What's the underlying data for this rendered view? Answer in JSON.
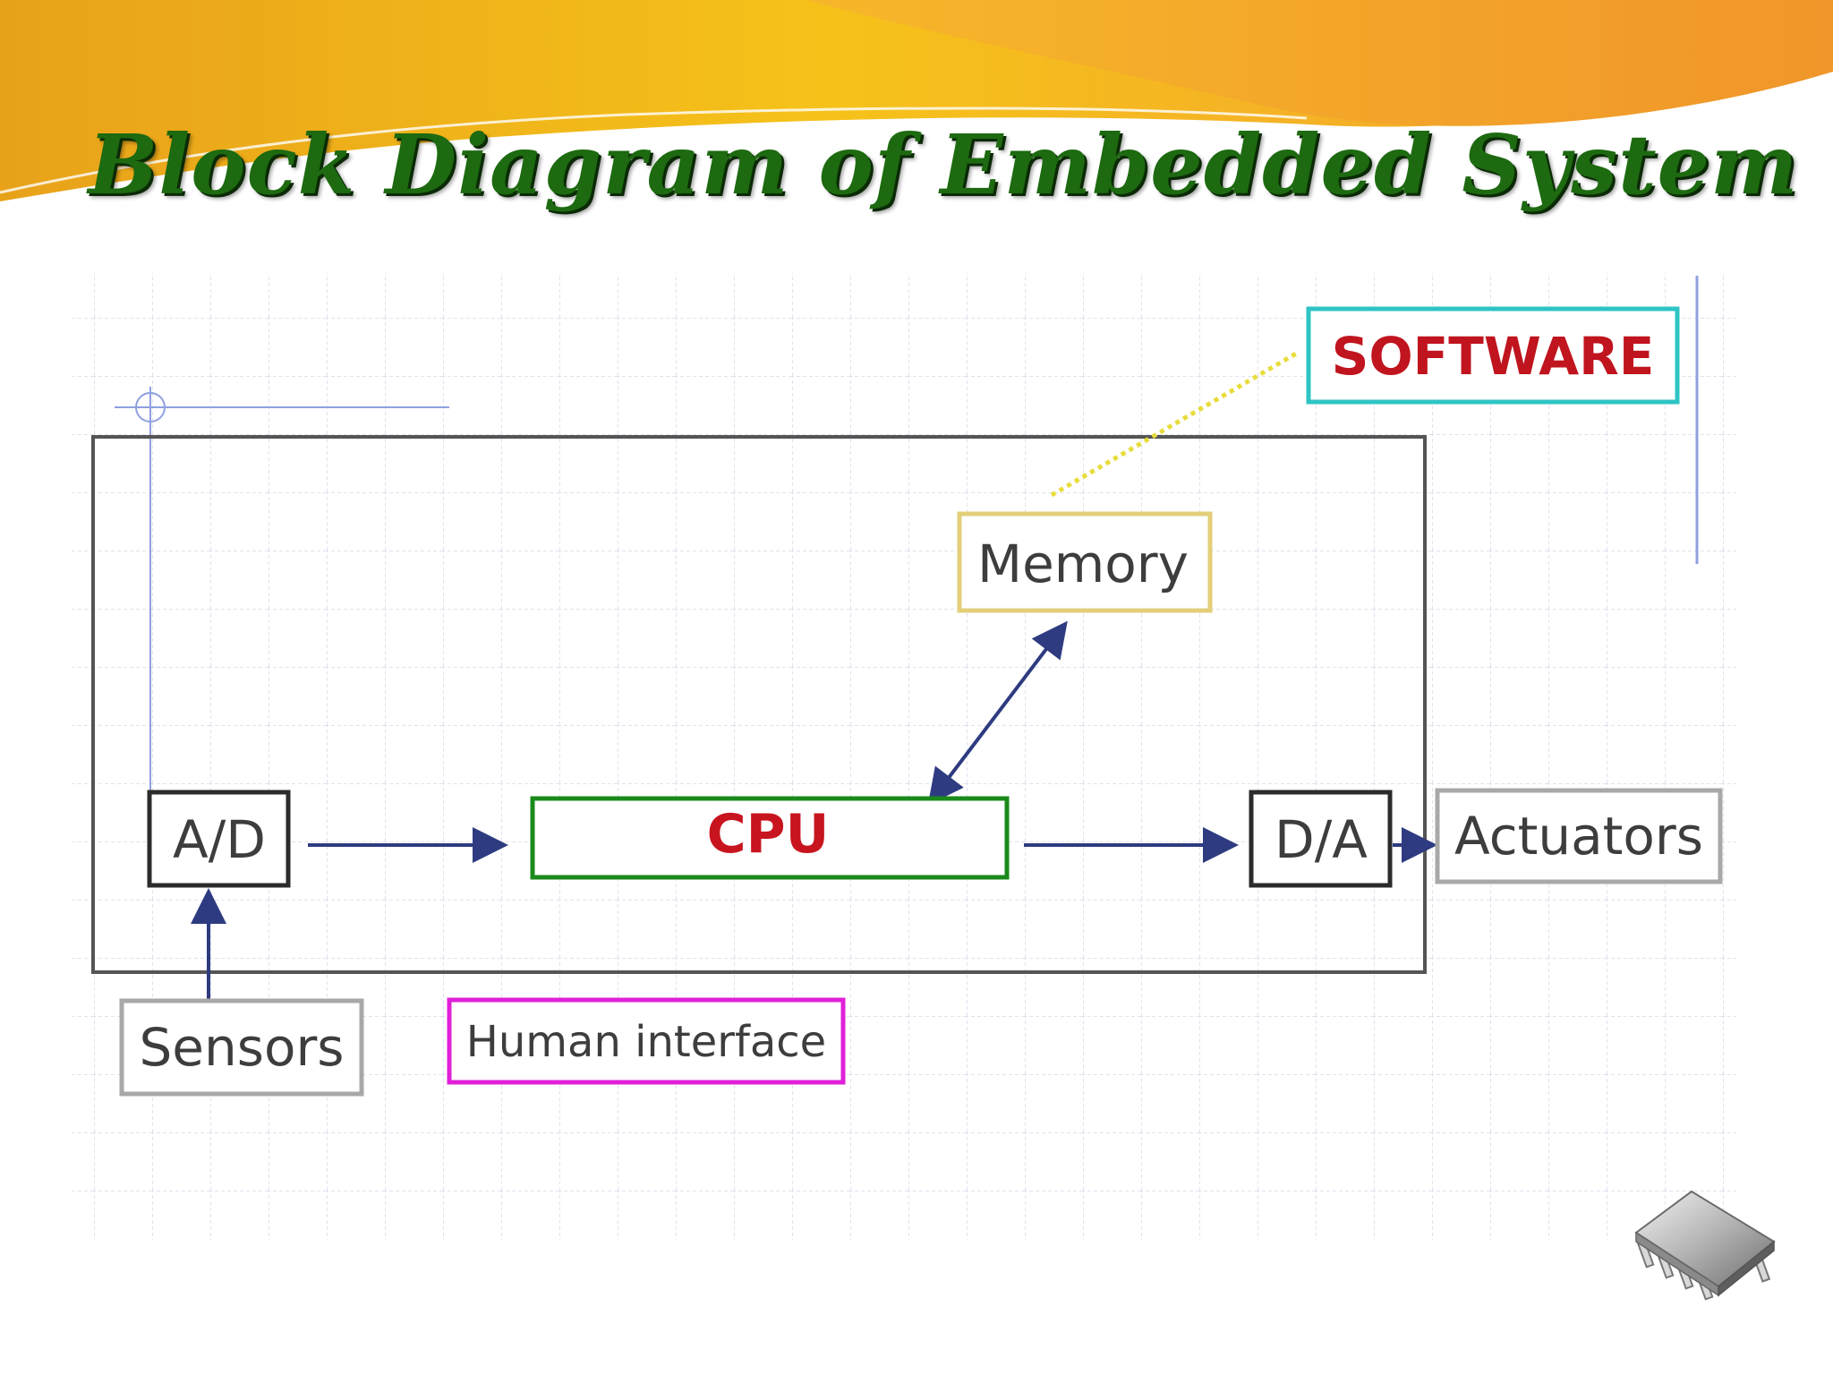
{
  "slide": {
    "title": "Block Diagram of Embedded System"
  },
  "diagram": {
    "nodes": {
      "software": "SOFTWARE",
      "memory": "Memory",
      "cpu": "CPU",
      "ad": "A/D",
      "da": "D/A",
      "actuators": "Actuators",
      "sensors": "Sensors",
      "human_interface": "Human interface"
    },
    "edges": [
      {
        "from": "ad",
        "to": "cpu",
        "style": "arrow"
      },
      {
        "from": "cpu",
        "to": "da",
        "style": "arrow"
      },
      {
        "from": "da",
        "to": "actuators",
        "style": "arrow"
      },
      {
        "from": "sensors",
        "to": "ad",
        "style": "arrow"
      },
      {
        "from": "cpu",
        "to": "memory",
        "style": "double-arrow"
      },
      {
        "from": "memory",
        "to": "software",
        "style": "dotted"
      }
    ],
    "colors": {
      "software_border": "#2fc4c4",
      "software_text": "#c0141e",
      "memory_border": "#e3cf7a",
      "cpu_border": "#1a8a1a",
      "cpu_text": "#c8141e",
      "box_dark": "#2b2b2b",
      "box_gray": "#a8a8a8",
      "human_border": "#e020d8",
      "arrow": "#2e3b80",
      "dotted": "#e8dc3a",
      "title_green": "#1d6a10",
      "banner_orange": "#f0a32a",
      "banner_yellow": "#f7c318"
    }
  }
}
